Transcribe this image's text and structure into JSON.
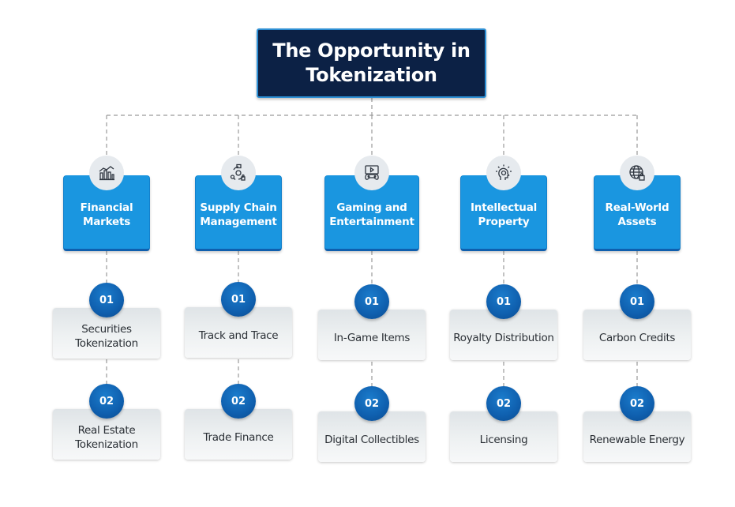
{
  "title": "The Opportunity in Tokenization",
  "colors": {
    "title_bg": "#0c2145",
    "title_border": "#2d8fd4",
    "category_bg": "#1a96e0",
    "category_border": "#0f5fae",
    "badge": "#0f5fae",
    "card_bg": "#eef1f2",
    "connector": "#999999"
  },
  "categories": [
    {
      "name": "Financial Markets",
      "icon": "market-chart-icon",
      "items": [
        {
          "number": "01",
          "label": "Securities Tokenization"
        },
        {
          "number": "02",
          "label": "Real Estate Tokenization"
        }
      ]
    },
    {
      "name": "Supply Chain Management",
      "icon": "supply-chain-cycle-icon",
      "items": [
        {
          "number": "01",
          "label": "Track and Trace"
        },
        {
          "number": "02",
          "label": "Trade Finance"
        }
      ]
    },
    {
      "name": "Gaming and Entertainment",
      "icon": "game-controller-play-icon",
      "items": [
        {
          "number": "01",
          "label": "In-Game Items"
        },
        {
          "number": "02",
          "label": "Digital Collectibles"
        }
      ]
    },
    {
      "name": "Intellectual Property",
      "icon": "idea-head-icon",
      "items": [
        {
          "number": "01",
          "label": "Royalty Distribution"
        },
        {
          "number": "02",
          "label": "Licensing"
        }
      ]
    },
    {
      "name": "Real-World Assets",
      "icon": "globe-lock-icon",
      "items": [
        {
          "number": "01",
          "label": "Carbon Credits"
        },
        {
          "number": "02",
          "label": "Renewable Energy"
        }
      ]
    }
  ]
}
